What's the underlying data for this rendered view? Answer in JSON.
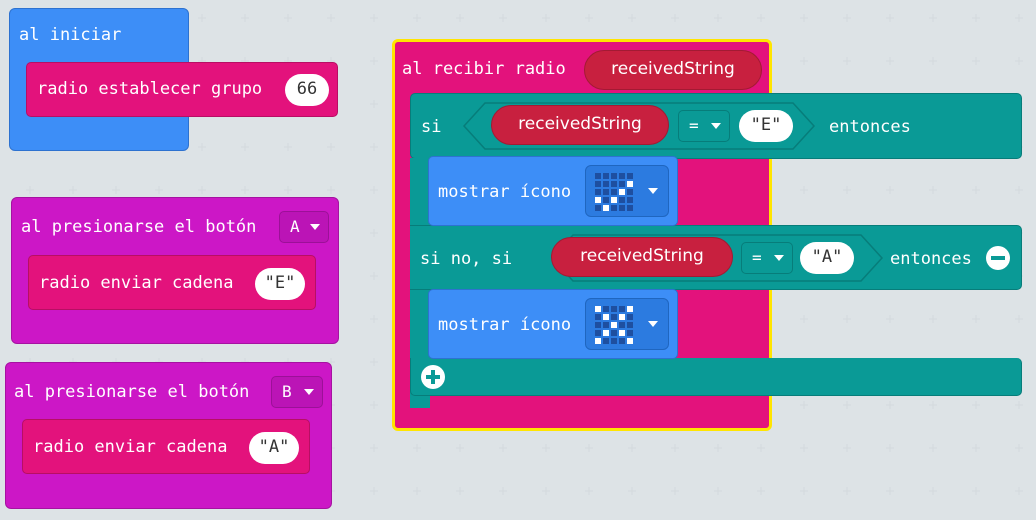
{
  "colors": {
    "background": "#ecf0f1",
    "basic_blue": "#3d8ef7",
    "radio_pink": "#e3127c",
    "input_magenta": "#cc17c6",
    "logic_teal": "#0a9a96",
    "variable_red": "#c8203f",
    "selection_yellow": "#ffe500"
  },
  "blocks": {
    "on_start": {
      "label": "al iniciar",
      "set_group": {
        "label": "radio establecer grupo",
        "value": "66"
      }
    },
    "button_a": {
      "label": "al presionarse el botón",
      "button": "A",
      "send": {
        "label": "radio enviar cadena",
        "value": "\"E\""
      }
    },
    "button_b": {
      "label": "al presionarse el botón",
      "button": "B",
      "send": {
        "label": "radio enviar cadena",
        "value": "\"A\""
      }
    },
    "on_received": {
      "label": "al recibir radio",
      "param": "receivedString",
      "if_block": {
        "if_label": "si",
        "cond1": {
          "variable": "receivedString",
          "operator": "=",
          "value": "\"E\""
        },
        "then_label": "entonces",
        "show_icon_1": {
          "label": "mostrar ícono",
          "icon": "yes-icon",
          "leds": [
            0,
            0,
            0,
            0,
            0,
            0,
            0,
            0,
            0,
            1,
            0,
            0,
            0,
            1,
            0,
            1,
            0,
            1,
            0,
            0,
            0,
            1,
            0,
            0,
            0
          ]
        },
        "elseif_label": "si no, si",
        "cond2": {
          "variable": "receivedString",
          "operator": "=",
          "value": "\"A\""
        },
        "then_label_2": "entonces",
        "show_icon_2": {
          "label": "mostrar ícono",
          "icon": "no-icon",
          "leds": [
            1,
            0,
            0,
            0,
            1,
            0,
            1,
            0,
            1,
            0,
            0,
            0,
            1,
            0,
            0,
            0,
            1,
            0,
            1,
            0,
            1,
            0,
            0,
            0,
            1
          ]
        }
      }
    }
  }
}
